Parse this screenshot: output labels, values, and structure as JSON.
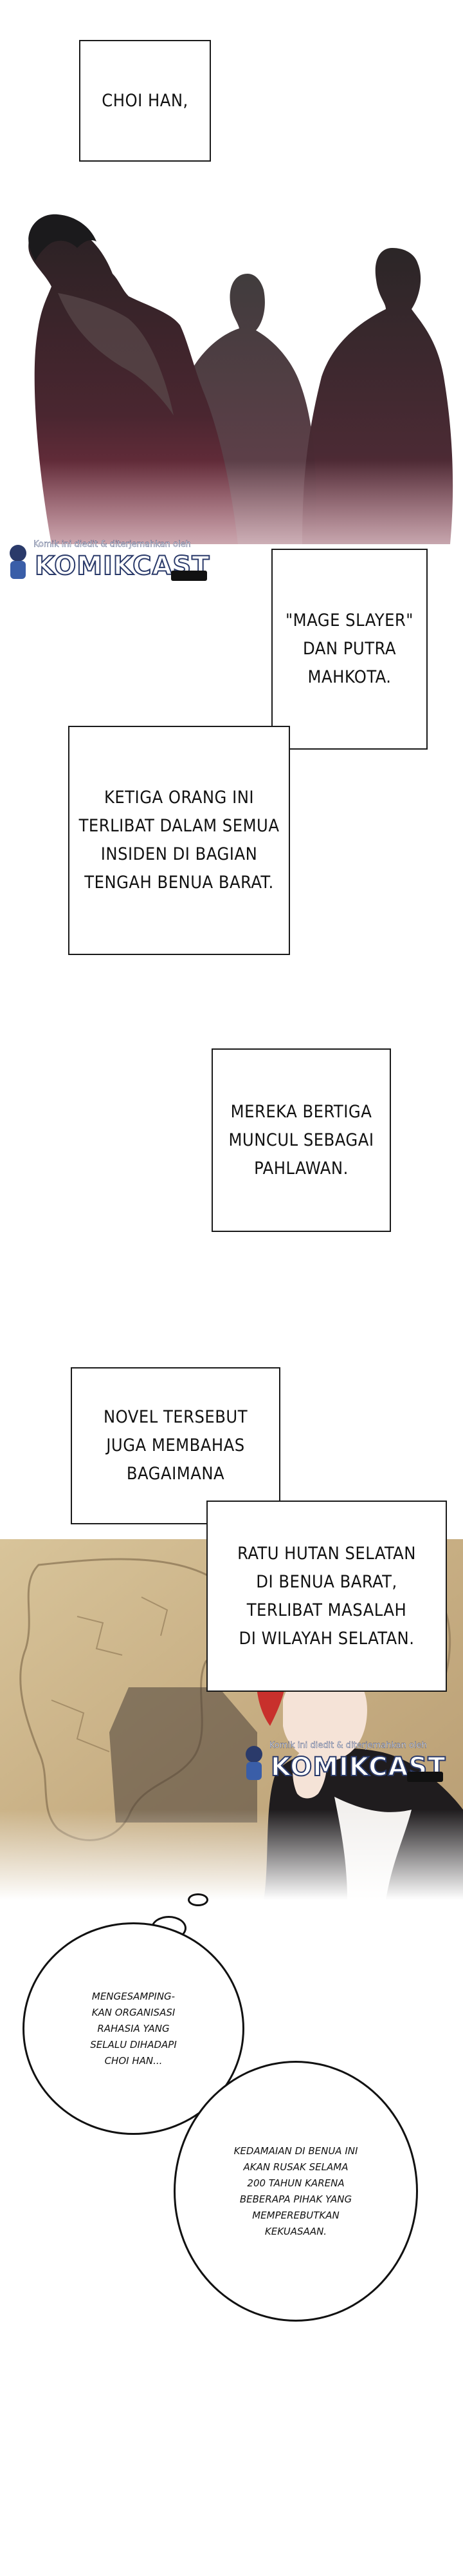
{
  "captions": {
    "c1": "CHOI HAN,",
    "c2": "\"MAGE SLAYER\"\nDAN PUTRA\nMAHKOTA.",
    "c3": "KETIGA ORANG INI\nTERLIBAT DALAM SEMUA\nINSIDEN DI BAGIAN\nTENGAH BENUA BARAT.",
    "c4": "MEREKA BERTIGA\nMUNCUL SEBAGAI\nPAHLAWAN.",
    "c5": "NOVEL TERSEBUT\nJUGA MEMBAHAS\nBAGAIMANA",
    "c6": "RATU HUTAN SELATAN\nDI BENUA BARAT,\nTERLIBAT MASALAH\nDI WILAYAH SELATAN."
  },
  "bubbles": {
    "b1": "MENGESAMPING-\nKAN ORGANISASI\nRAHASIA YANG\nSELALU DIHADAPI\nCHOI HAN...",
    "b2": "KEDAMAIAN DI BENUA INI\nAKAN RUSAK SELAMA\n200 TAHUN KARENA\nBEBERAPA PIHAK YANG\nMEMPEREBUTKAN\nKEKUASAAN."
  },
  "watermark": {
    "small_text": "Komik ini diedit & diterjemahkan oleh",
    "logo_text": "KOMIKCAST"
  },
  "colors": {
    "panel1_top": "#f2f0ef",
    "panel1_bottom": "#7a2c3e",
    "map_base": "#c9b28a",
    "hair": "#c8302c"
  }
}
